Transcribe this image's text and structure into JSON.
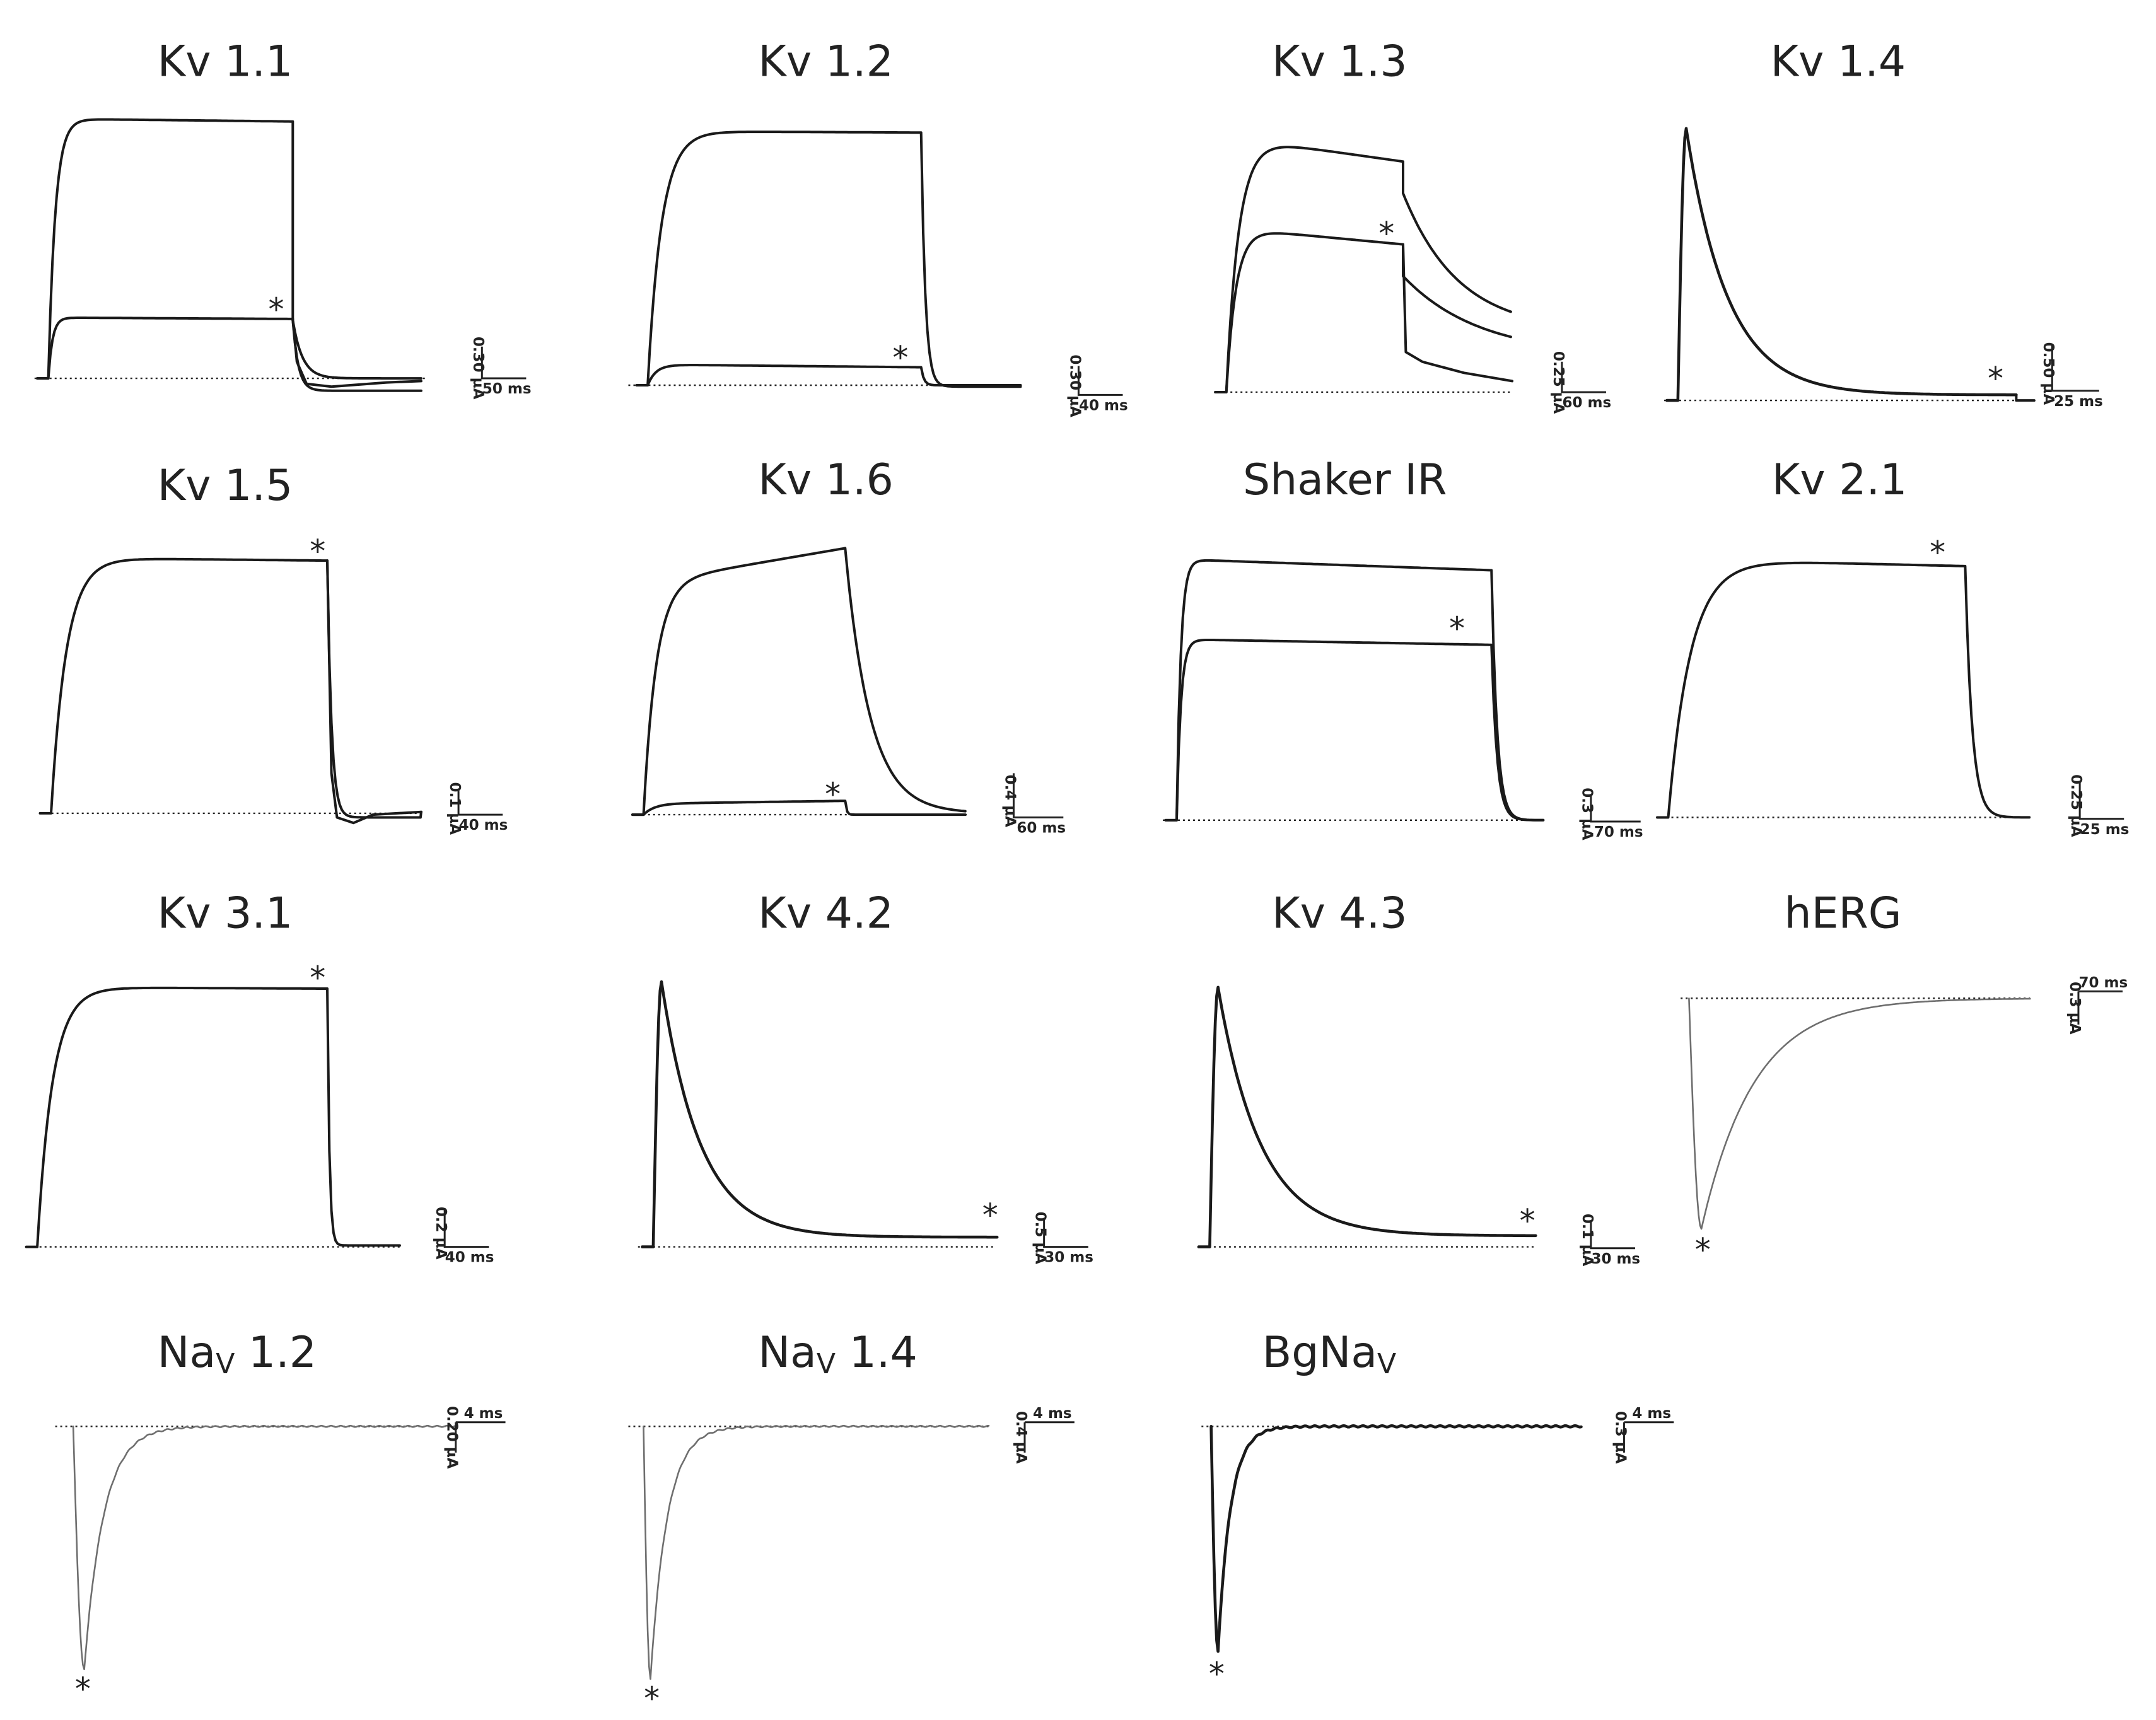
{
  "chart_data": [
    {
      "type": "line",
      "title": "Kv 1.1",
      "title_sub": "",
      "scale_bar": {
        "amplitude": "0.30 µA",
        "time": "50 ms"
      }
    },
    {
      "type": "line",
      "title": "Kv 1.2",
      "title_sub": "",
      "scale_bar": {
        "amplitude": "0.30 µA",
        "time": "40 ms"
      }
    },
    {
      "type": "line",
      "title": "Kv 1.3",
      "title_sub": "",
      "scale_bar": {
        "amplitude": "0.25 µA",
        "time": "60 ms"
      }
    },
    {
      "type": "line",
      "title": "Kv 1.4",
      "title_sub": "",
      "scale_bar": {
        "amplitude": "0.50 µA",
        "time": "25 ms"
      }
    },
    {
      "type": "line",
      "title": "Kv 1.5",
      "title_sub": "",
      "scale_bar": {
        "amplitude": "0.1 µA",
        "time": "40 ms"
      }
    },
    {
      "type": "line",
      "title": "Kv 1.6",
      "title_sub": "",
      "scale_bar": {
        "amplitude": "0.4 µA",
        "time": "60 ms"
      }
    },
    {
      "type": "line",
      "title": "Shaker IR",
      "title_sub": "",
      "scale_bar": {
        "amplitude": "0.3 µA",
        "time": "70 ms"
      }
    },
    {
      "type": "line",
      "title": "Kv 2.1",
      "title_sub": "",
      "scale_bar": {
        "amplitude": "0.25 µA",
        "time": "25 ms"
      }
    },
    {
      "type": "line",
      "title": "Kv 3.1",
      "title_sub": "",
      "scale_bar": {
        "amplitude": "0.2 µA",
        "time": "40 ms"
      }
    },
    {
      "type": "line",
      "title": "Kv 4.2",
      "title_sub": "",
      "scale_bar": {
        "amplitude": "0.5 µA",
        "time": "30 ms"
      }
    },
    {
      "type": "line",
      "title": "Kv 4.3",
      "title_sub": "",
      "scale_bar": {
        "amplitude": "0.1 µA",
        "time": "30 ms"
      }
    },
    {
      "type": "line",
      "title": "hERG",
      "title_sub": "",
      "scale_bar": {
        "amplitude": "0.3 µA",
        "time": "70 ms"
      }
    },
    {
      "type": "line",
      "title": "Na",
      "title_sub": "V",
      "title_rest": " 1.2",
      "scale_bar": {
        "amplitude": "0.20 µA",
        "time": "4 ms"
      }
    },
    {
      "type": "line",
      "title": "Na",
      "title_sub": "V",
      "title_rest": " 1.4",
      "scale_bar": {
        "amplitude": "0.4 µA",
        "time": "4 ms"
      }
    },
    {
      "type": "line",
      "title": "BgNa",
      "title_sub": "V",
      "title_rest": "",
      "scale_bar": {
        "amplitude": "0.3 µA",
        "time": "4 ms"
      }
    }
  ],
  "marker": "*"
}
